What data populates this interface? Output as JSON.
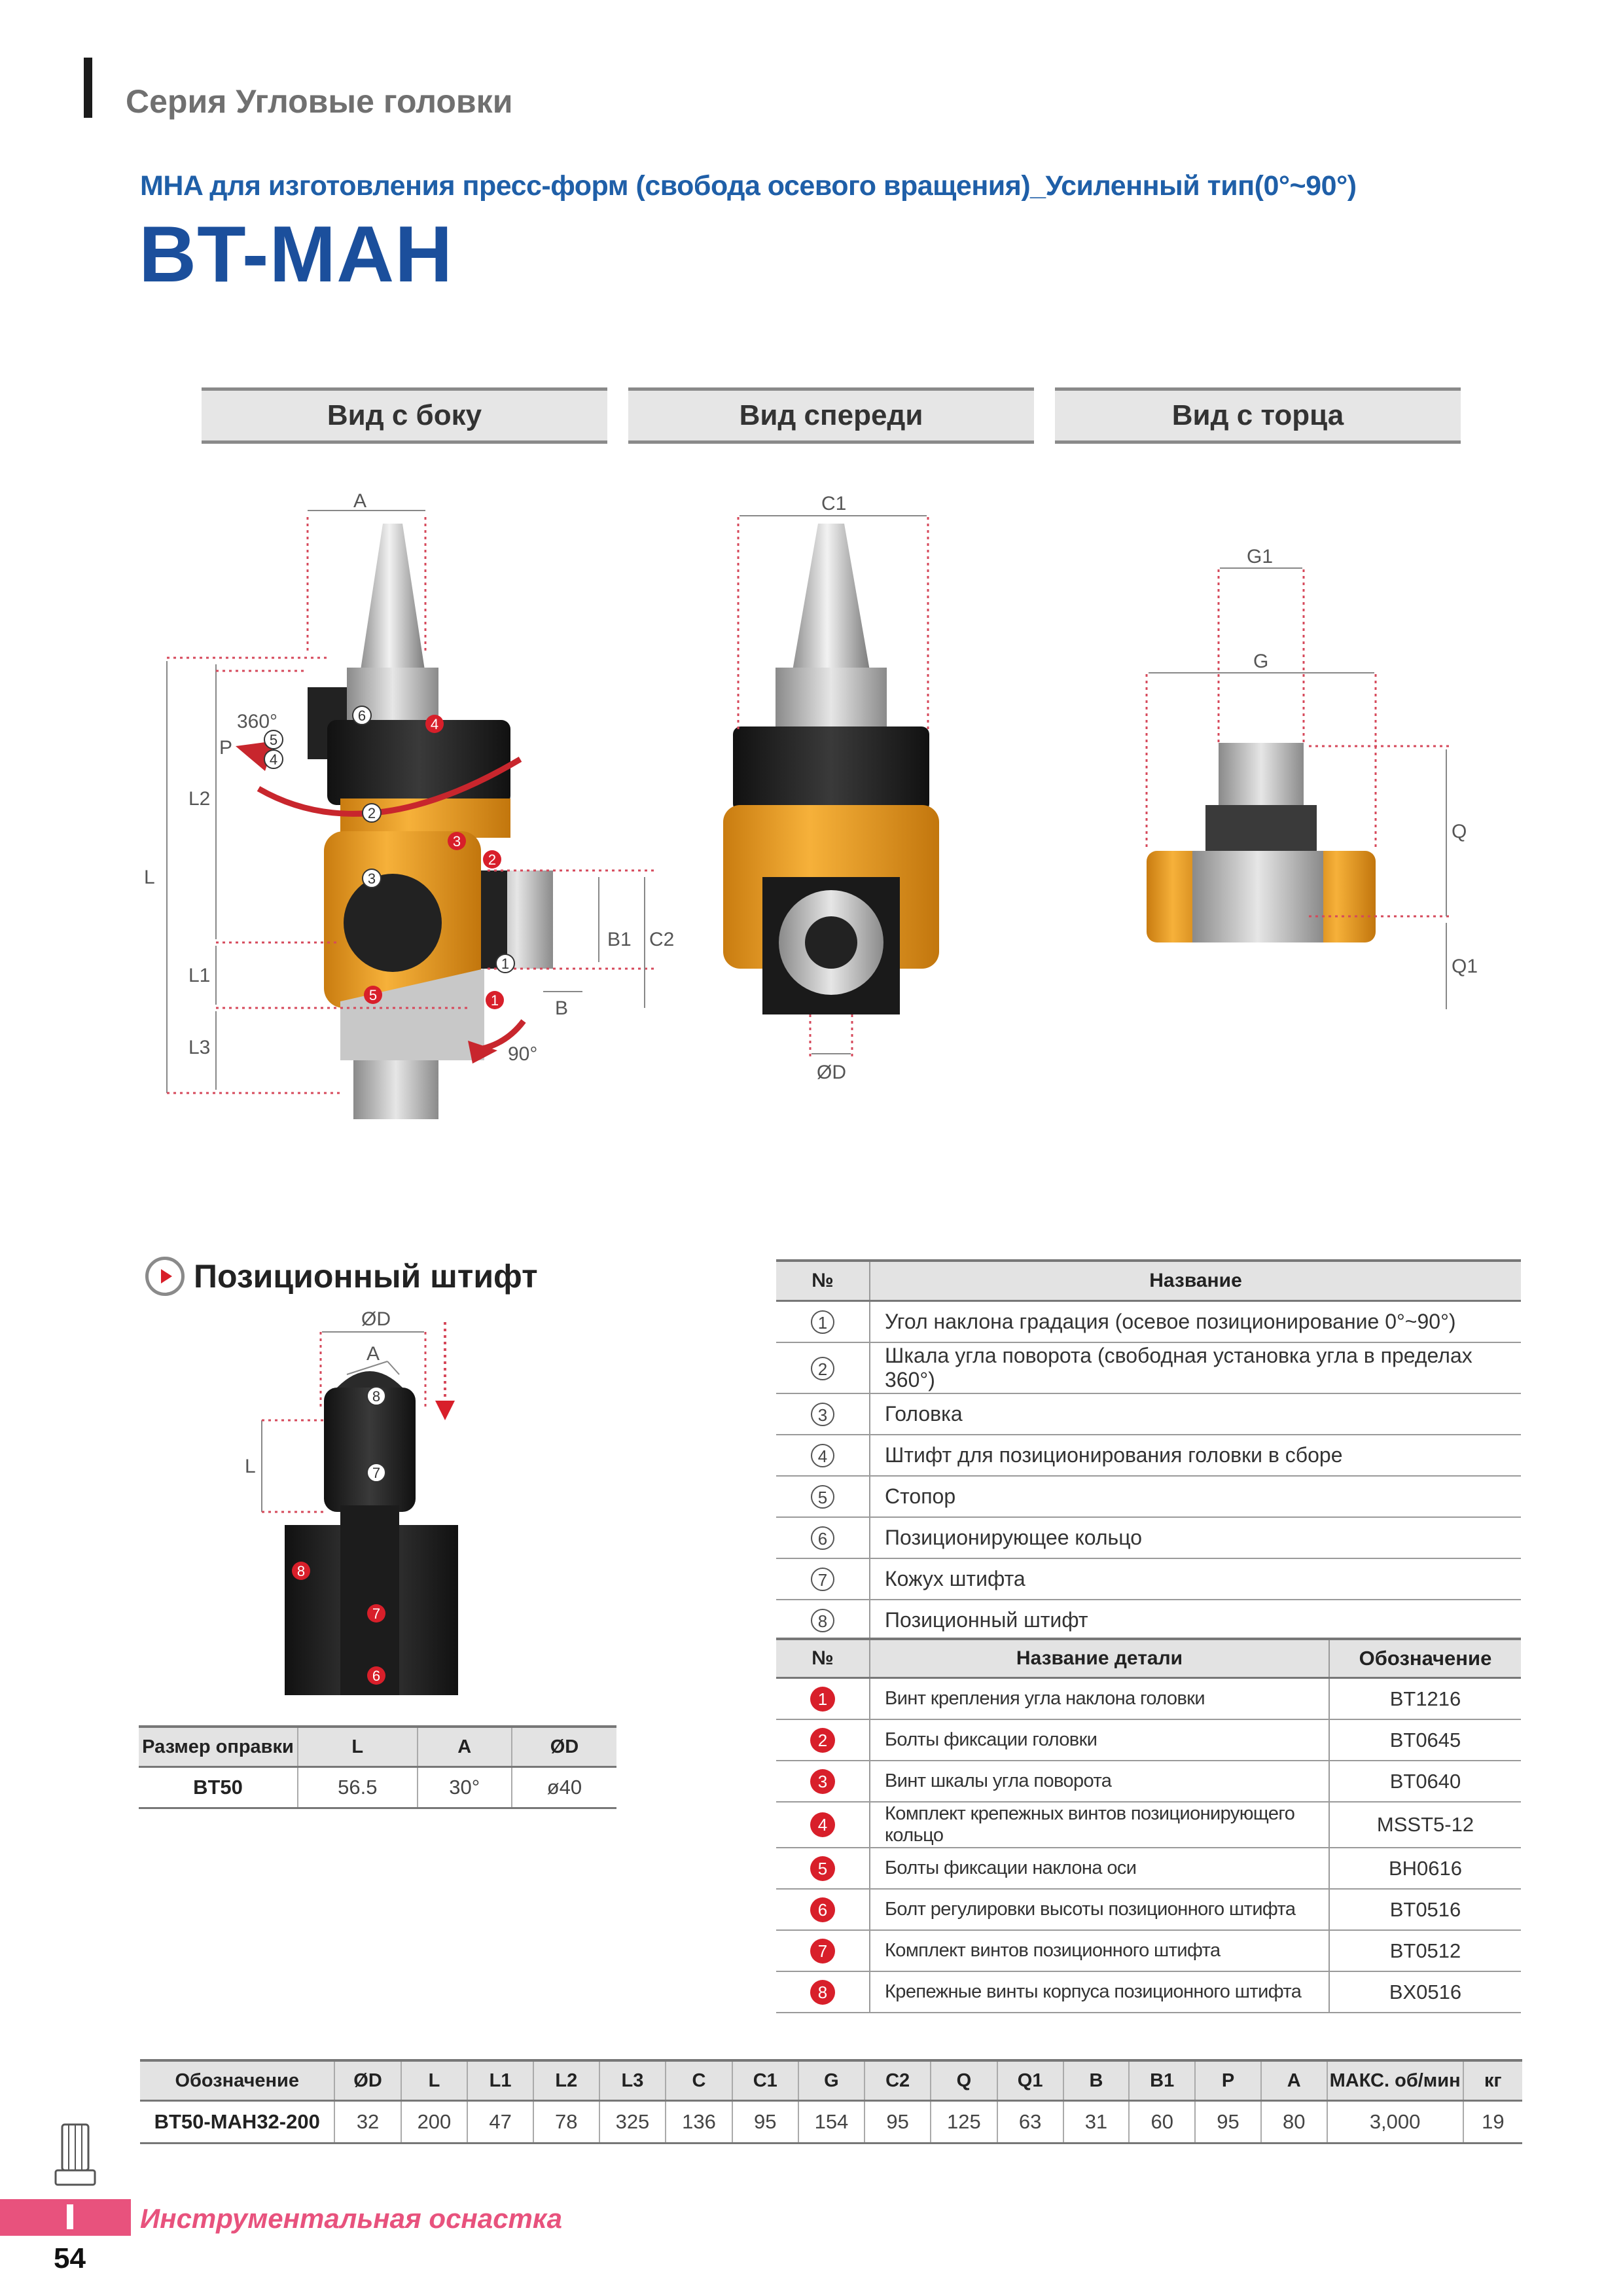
{
  "header": {
    "series": "Серия Угловые головки",
    "subtitle": "MHA для изготовления пресс-форм (свобода  осевого вращения)_Усиленный тип(0°~90°)",
    "model": "BT-MAH"
  },
  "views": {
    "side": "Вид с боку",
    "front": "Вид спереди",
    "end": "Вид с торца"
  },
  "side_view_labels": {
    "A": "A",
    "L": "L",
    "L1": "L1",
    "L2": "L2",
    "L3": "L3",
    "B": "B",
    "B1": "B1",
    "C2": "C2",
    "P": "P",
    "deg360": "360°",
    "deg90": "90°",
    "n6": "6",
    "n5": "5",
    "n4": "4",
    "n2": "2",
    "n3": "3",
    "n1": "1",
    "r4": "4",
    "r3": "3",
    "r2": "2",
    "r5": "5",
    "r1": "1"
  },
  "front_view_labels": {
    "C1": "C1",
    "D": "ØD"
  },
  "end_view_labels": {
    "G1": "G1",
    "G": "G",
    "Q": "Q",
    "Q1": "Q1"
  },
  "pin_section": {
    "title": "Позиционный штифт",
    "labels": {
      "D": "ØD",
      "A": "A",
      "L": "L",
      "n8": "8",
      "n7": "7",
      "r8": "8",
      "r7": "7",
      "r6": "6"
    },
    "table": {
      "headers": [
        "Размер оправки",
        "L",
        "A",
        "ØD"
      ],
      "row": [
        "BT50",
        "56.5",
        "30°",
        "ø40"
      ]
    }
  },
  "parts_table": {
    "headers": [
      "№",
      "Название"
    ],
    "rows": [
      {
        "n": "1",
        "name": "Угол наклона градация (осевое позиционирование 0°~90°)"
      },
      {
        "n": "2",
        "name": "Шкала угла поворота (свободная установка угла в пределах 360°)"
      },
      {
        "n": "3",
        "name": "Головка"
      },
      {
        "n": "4",
        "name": "Штифт для позиционирования головки в сборе"
      },
      {
        "n": "5",
        "name": "Стопор"
      },
      {
        "n": "6",
        "name": "Позиционирующее кольцо"
      },
      {
        "n": "7",
        "name": "Кожух штифта"
      },
      {
        "n": "8",
        "name": "Позиционный штифт"
      }
    ]
  },
  "detail_table": {
    "headers": [
      "№",
      "Название детали",
      "Обозначение"
    ],
    "rows": [
      {
        "n": "1",
        "name": "Винт крепления угла наклона головки",
        "code": "BT1216"
      },
      {
        "n": "2",
        "name": "Болты фиксации головки",
        "code": "BT0645"
      },
      {
        "n": "3",
        "name": "Винт шкалы угла поворота",
        "code": "BT0640"
      },
      {
        "n": "4",
        "name": "Комплект крепежных винтов позиционирующего кольцо",
        "code": "MSST5-12"
      },
      {
        "n": "5",
        "name": "Болты фиксации наклона оси",
        "code": "BH0616"
      },
      {
        "n": "6",
        "name": "Болт регулировки высоты позиционного штифта",
        "code": "BT0516"
      },
      {
        "n": "7",
        "name": "Комплект винтов позиционного штифта",
        "code": "BT0512"
      },
      {
        "n": "8",
        "name": "Крепежные винты корпуса позиционного штифта",
        "code": "BX0516"
      }
    ]
  },
  "spec_table": {
    "headers": [
      "Обозначение",
      "ØD",
      "L",
      "L1",
      "L2",
      "L3",
      "C",
      "C1",
      "G",
      "C2",
      "Q",
      "Q1",
      "B",
      "B1",
      "P",
      "A",
      "МАКС. об/мин",
      "кг"
    ],
    "row": [
      "BT50-MAH32-200",
      "32",
      "200",
      "47",
      "78",
      "325",
      "136",
      "95",
      "154",
      "95",
      "125",
      "63",
      "31",
      "60",
      "95",
      "80",
      "3,000",
      "19"
    ]
  },
  "footer": {
    "section_mark": "I",
    "text": "Инструментальная оснастка",
    "page": "54"
  },
  "colors": {
    "brand_blue": "#1b4f9c",
    "subtitle_blue": "#1f5fa8",
    "accent_red": "#d81f2a",
    "footer_pink": "#e8527d",
    "body_orange": "#f0a526"
  }
}
